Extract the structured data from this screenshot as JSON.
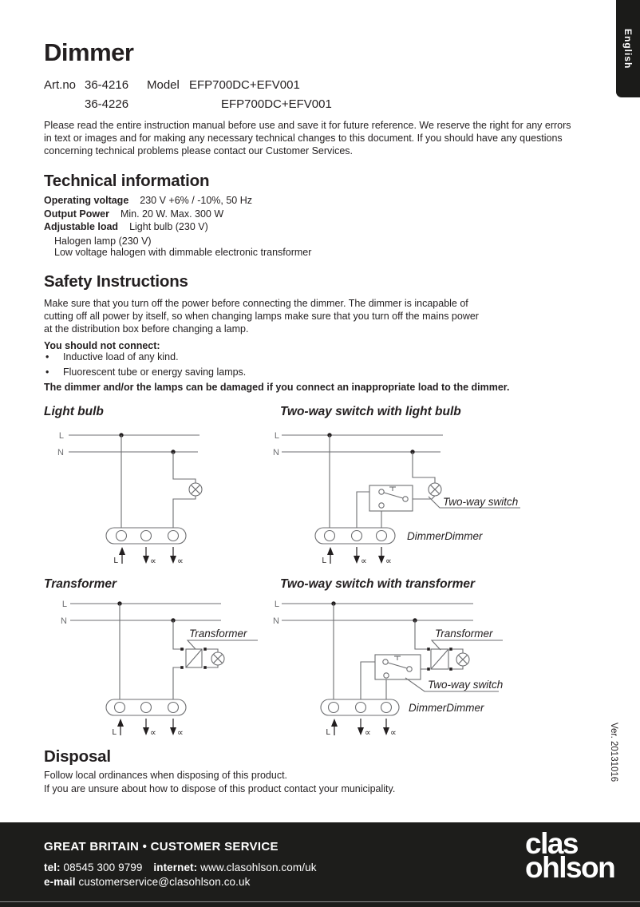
{
  "page": {
    "language_tab": "English",
    "version": "Ver. 20131016"
  },
  "header": {
    "title": "Dimmer",
    "art_no_label": "Art.no",
    "art_no_1": "36-4216",
    "model_label": "Model",
    "model_1": "EFP700DC+EFV001",
    "art_no_2": "36-4226",
    "model_2": "EFP700DC+EFV001",
    "intro_lines": [
      "Please read the entire instruction manual before use and save it for future reference. We reserve the right for any errors",
      "in text or images and for making any necessary technical changes to this document. If you should have any questions",
      "concerning technical problems please contact our Customer Services."
    ]
  },
  "technical": {
    "heading": "Technical information",
    "specs": [
      {
        "label": "Operating voltage",
        "value": "230 V +6% / -10%, 50 Hz"
      },
      {
        "label": "Output Power",
        "value": "Min. 20 W. Max. 300 W"
      },
      {
        "label": "Adjustable load",
        "value": "Light bulb (230 V)"
      }
    ],
    "load_notes": [
      "Halogen lamp (230 V)",
      "Low voltage halogen with dimmable electronic transformer"
    ]
  },
  "safety": {
    "heading": "Safety Instructions",
    "paragraph_lines": [
      "Make sure that you turn off the power before connecting the dimmer. The dimmer is incapable of",
      "cutting off all power by itself, so when changing lamps make sure that you turn off the mains power",
      "at the distribution box before changing a lamp."
    ],
    "subheading": "You should not connect:",
    "bullet_icon": "•",
    "bullets": [
      "Inductive load of any kind.",
      "Fluorescent tube or energy saving lamps."
    ],
    "warning": "The dimmer and/or the lamps can be damaged if you connect an inappropriate load to the dimmer."
  },
  "diagrams": {
    "titles": [
      "Light bulb",
      "Two-way switch with light bulb",
      "Transformer",
      "Two-way switch with transformer"
    ],
    "labels": {
      "live": "L",
      "neutral": "N",
      "terminal_live": "L",
      "load_symbol": "∝",
      "transformer": "Transformer",
      "two_way_switch": "Two-way switch",
      "dimmer": "DimmerDimmer"
    }
  },
  "disposal": {
    "heading": "Disposal",
    "lines": [
      "Follow local ordinances when disposing of this product.",
      "If you are unsure about how to dispose of this product contact your municipality."
    ]
  },
  "footer": {
    "heading": "GREAT BRITAIN • CUSTOMER SERVICE",
    "tel_label": "tel:",
    "tel": "08545 300 9799",
    "internet_label": "internet:",
    "internet": "www.clasohlson.com/uk",
    "email_label": "e-mail",
    "email": "customerservice@clasohlson.co.uk",
    "logo_line1": "clas",
    "logo_line2": "ohlson"
  },
  "colors": {
    "text": "#231f20",
    "wire": "#6d6e71",
    "footer_bg": "#1d1d1b",
    "page_bg": "#ffffff"
  }
}
